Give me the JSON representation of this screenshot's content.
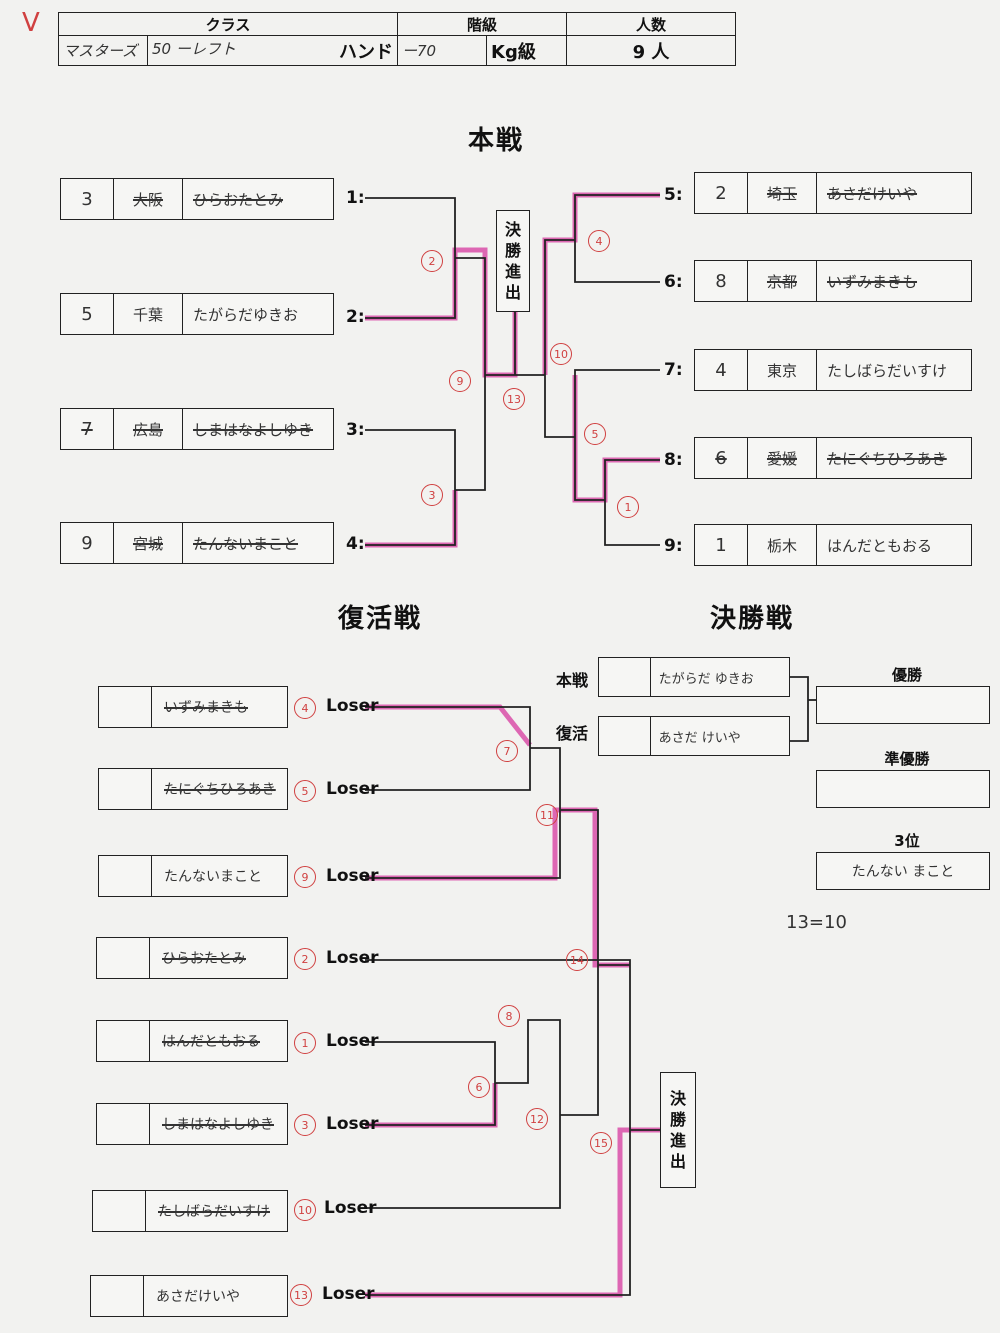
{
  "check_mark": "V",
  "header": {
    "class_label": "クラス",
    "grade_label": "階級",
    "count_label": "人数",
    "class_value_hw": "マスターズ",
    "class_value_hw2": "50 ーレフト",
    "class_value_print": "ハンド",
    "grade_value_hw": "ー70",
    "grade_value_print": "Kg級",
    "count_value": "9 人"
  },
  "main_title": "本戦",
  "repechage_title": "復活戦",
  "final_title": "決勝戦",
  "final_advance_label": [
    "決",
    "勝",
    "進",
    "出"
  ],
  "main_left": [
    {
      "slot": "1:",
      "no": "3",
      "pref": "大阪",
      "name": "ひらおたとみ",
      "struck": true
    },
    {
      "slot": "2:",
      "no": "5",
      "pref": "千葉",
      "name": "たがらだゆきお",
      "struck": false
    },
    {
      "slot": "3:",
      "no": "7",
      "pref": "広島",
      "name": "しまはなよしゆき",
      "struck": true
    },
    {
      "slot": "4:",
      "no": "9",
      "pref": "宮城",
      "name": "たんないまこと",
      "struck": true
    }
  ],
  "main_right": [
    {
      "slot": "5:",
      "no": "2",
      "pref": "埼玉",
      "name": "あさだけいや",
      "struck": true
    },
    {
      "slot": "6:",
      "no": "8",
      "pref": "京都",
      "name": "いずみまきも",
      "struck": true
    },
    {
      "slot": "7:",
      "no": "4",
      "pref": "東京",
      "name": "たしばらだいすけ",
      "struck": false
    },
    {
      "slot": "8:",
      "no": "6",
      "pref": "愛媛",
      "name": "たにぐちひろあき",
      "struck": true
    },
    {
      "slot": "9:",
      "no": "1",
      "pref": "栃木",
      "name": "はんだともおる",
      "struck": false
    }
  ],
  "match_numbers_main": [
    "2",
    "9",
    "3",
    "13",
    "10",
    "4",
    "5",
    "1"
  ],
  "repechage": [
    {
      "name": "いずみまきも",
      "match": "4",
      "loser": "Loser",
      "struck": true
    },
    {
      "name": "たにぐちひろあき",
      "match": "5",
      "loser": "Loser",
      "struck": true
    },
    {
      "name": "たんないまこと",
      "match": "9",
      "loser": "Loser",
      "struck": false
    },
    {
      "name": "ひらおたとみ",
      "match": "2",
      "loser": "Loser",
      "struck": true
    },
    {
      "name": "はんだともおる",
      "match": "1",
      "loser": "Loser",
      "struck": true
    },
    {
      "name": "しまはなよしゆき",
      "match": "3",
      "loser": "Loser",
      "struck": true
    },
    {
      "name": "たしばらだいすけ",
      "match": "10",
      "loser": "Loser",
      "struck": true
    },
    {
      "name": "あさだけいや",
      "match": "13",
      "loser": "Loser",
      "struck": false
    }
  ],
  "match_numbers_rep": [
    "7",
    "11",
    "14",
    "8",
    "6",
    "12",
    "15"
  ],
  "final": {
    "main_label": "本戦",
    "rep_label": "復活",
    "main_name": "たがらだ ゆきお",
    "rep_name": "あさだ けいや"
  },
  "results": {
    "winner_label": "優勝",
    "runner_label": "準優勝",
    "third_label": "3位",
    "winner_name": "",
    "runner_name": "",
    "third_name": "たんない まこと"
  },
  "note": "13=10",
  "colors": {
    "highlight": "#d94fa8",
    "circle": "#d04040",
    "line": "#222222"
  }
}
